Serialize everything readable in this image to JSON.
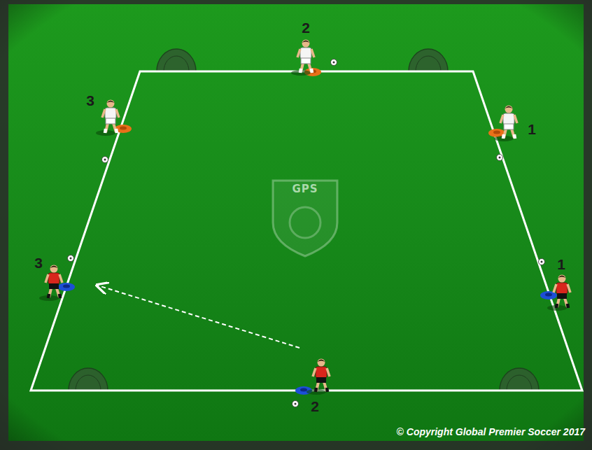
{
  "diagram": {
    "labels": [
      "2",
      "3",
      "1",
      "3",
      "1",
      "2",
      "GPS",
      "© Copyright Global Premier Soccer 2017"
    ]
  }
}
